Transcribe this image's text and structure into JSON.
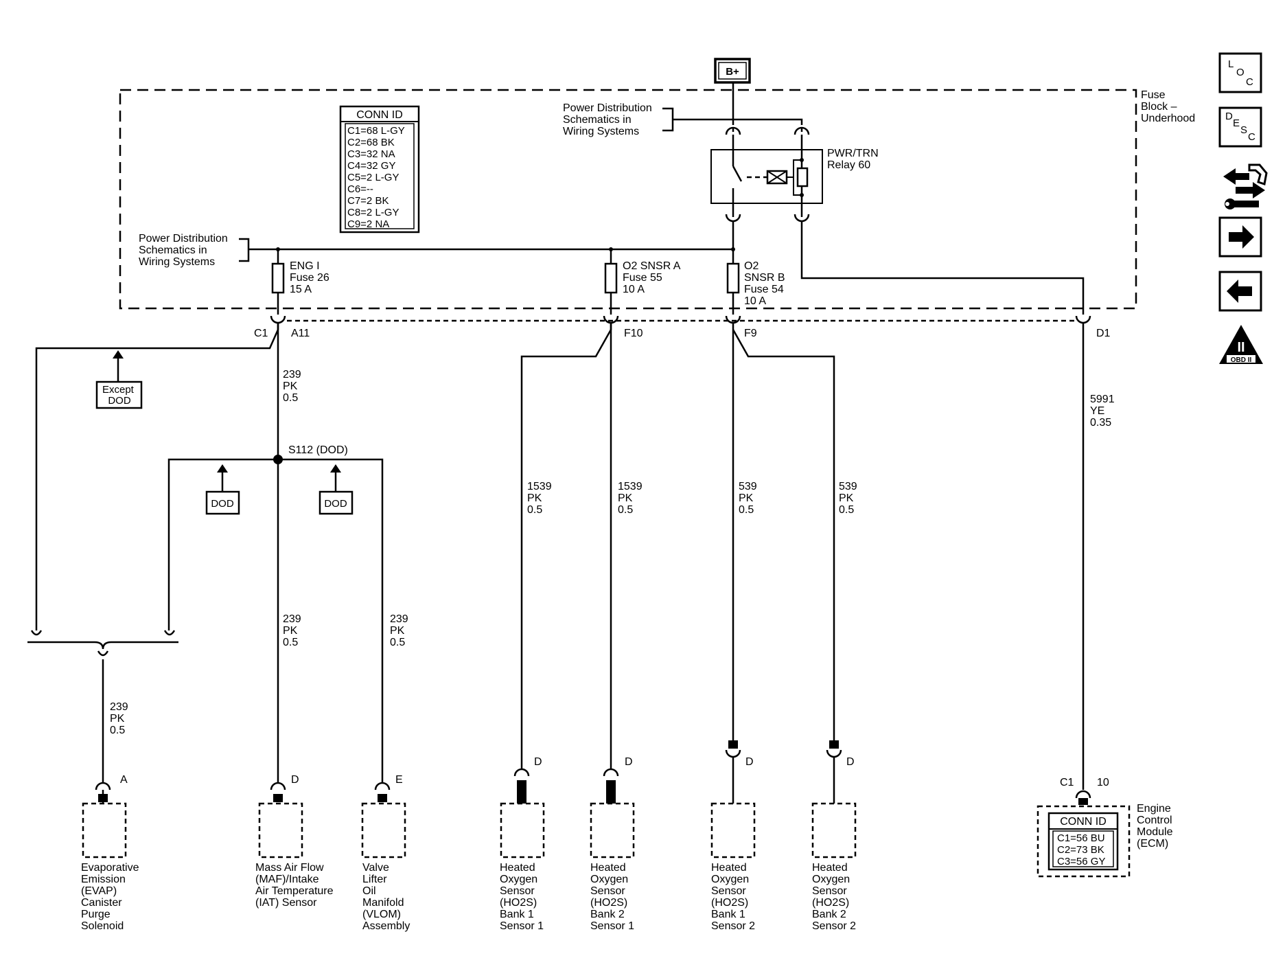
{
  "power_source": "B+",
  "fuse_block_label": [
    "Fuse",
    "Block –",
    "Underhood"
  ],
  "power_dist_ref": [
    "Power Distribution",
    "Schematics in",
    "Wiring Systems"
  ],
  "conn_id": {
    "title": "CONN ID",
    "rows": [
      "C1=68 L-GY",
      "C2=68 BK",
      "C3=32 NA",
      "C4=32 GY",
      "C5=2 L-GY",
      "C6=--",
      "C7=2 BK",
      "C8=2 L-GY",
      "C9=2 NA"
    ]
  },
  "relay": {
    "label": [
      "PWR/TRN",
      "Relay 60"
    ]
  },
  "fuses": [
    {
      "id": "fuse26",
      "label": [
        "ENG I",
        "Fuse 26",
        "15 A"
      ]
    },
    {
      "id": "fuse55",
      "label": [
        "O2 SNSR A",
        "Fuse 55",
        "10 A"
      ]
    },
    {
      "id": "fuse54",
      "label": [
        "O2",
        "SNSR B",
        "Fuse 54",
        "10 A"
      ]
    }
  ],
  "connector_pins": {
    "c1": "C1",
    "a11": "A11",
    "f10": "F10",
    "f9": "F9",
    "d1": "D1"
  },
  "option_boxes": {
    "except_dod": [
      "Except",
      "DOD"
    ],
    "dod": "DOD"
  },
  "splice": "S112 (DOD)",
  "wires": {
    "w239_top": [
      "239",
      "PK",
      "0.5"
    ],
    "w239_maf": [
      "239",
      "PK",
      "0.5"
    ],
    "w239_vlom": [
      "239",
      "PK",
      "0.5"
    ],
    "w239_evap": [
      "239",
      "PK",
      "0.5"
    ],
    "w1539_a": [
      "1539",
      "PK",
      "0.5"
    ],
    "w1539_b": [
      "1539",
      "PK",
      "0.5"
    ],
    "w539_a": [
      "539",
      "PK",
      "0.5"
    ],
    "w539_b": [
      "539",
      "PK",
      "0.5"
    ],
    "w5991": [
      "5991",
      "YE",
      "0.35"
    ]
  },
  "component_pins": {
    "evap": "A",
    "maf": "D",
    "vlom": "E",
    "ho2s_b1s1": "D",
    "ho2s_b2s1": "D",
    "ho2s_b1s2": "D",
    "ho2s_b2s2": "D",
    "ecm_conn": "C1",
    "ecm_pin": "10"
  },
  "components": {
    "evap": [
      "Evaporative",
      "Emission",
      "(EVAP)",
      "Canister",
      "Purge",
      "Solenoid"
    ],
    "maf": [
      "Mass Air Flow",
      "(MAF)/Intake",
      "Air Temperature",
      "(IAT) Sensor"
    ],
    "vlom": [
      "Valve",
      "Lifter",
      "Oil",
      "Manifold",
      "(VLOM)",
      "Assembly"
    ],
    "ho2s_b1s1": [
      "Heated",
      "Oxygen",
      "Sensor",
      "(HO2S)",
      "Bank 1",
      "Sensor 1"
    ],
    "ho2s_b2s1": [
      "Heated",
      "Oxygen",
      "Sensor",
      "(HO2S)",
      "Bank 2",
      "Sensor 1"
    ],
    "ho2s_b1s2": [
      "Heated",
      "Oxygen",
      "Sensor",
      "(HO2S)",
      "Bank 1",
      "Sensor 2"
    ],
    "ho2s_b2s2": [
      "Heated",
      "Oxygen",
      "Sensor",
      "(HO2S)",
      "Bank 2",
      "Sensor 2"
    ],
    "ecm": [
      "Engine",
      "Control",
      "Module",
      "(ECM)"
    ]
  },
  "ecm_conn_id": {
    "title": "CONN ID",
    "rows": [
      "C1=56 BU",
      "C2=73 BK",
      "C3=56 GY"
    ]
  },
  "side_buttons": {
    "loc": [
      "L",
      "O",
      "C"
    ],
    "desc": [
      "D",
      "E",
      "S",
      "C"
    ],
    "obd": [
      "II",
      "OBD II"
    ]
  }
}
